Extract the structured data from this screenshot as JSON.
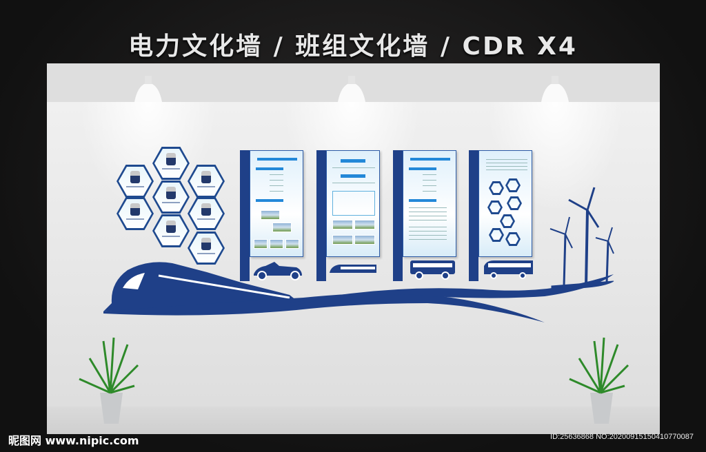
{
  "title": "电力文化墙 / 班组文化墙 /  CDR X4",
  "watermark": {
    "site": "昵图网 www.nipic.com",
    "id": "ID:25636868 NO:20200915150410770087"
  },
  "colors": {
    "accent": "#1f4088",
    "background": "#151515",
    "wall": "#ececec"
  },
  "icons": [
    "spotlight-icon",
    "train-icon",
    "car-icon",
    "bus-icon",
    "wind-turbine-icon",
    "plant-icon"
  ]
}
